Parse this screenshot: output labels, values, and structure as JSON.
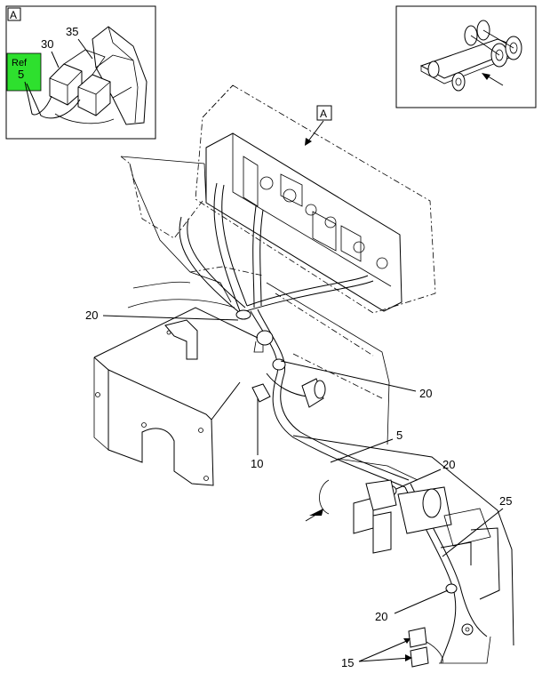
{
  "detail_box_label": "A",
  "detail_ref": {
    "line1": "Ref",
    "line2": "5",
    "color": "#2ee02e"
  },
  "main_detail_label": "A",
  "callouts": {
    "c30": "30",
    "c35": "35",
    "c20a": "20",
    "c20b": "20",
    "c20c": "20",
    "c20d": "20",
    "c5": "5",
    "c10": "10",
    "c25": "25",
    "c15": "15"
  }
}
